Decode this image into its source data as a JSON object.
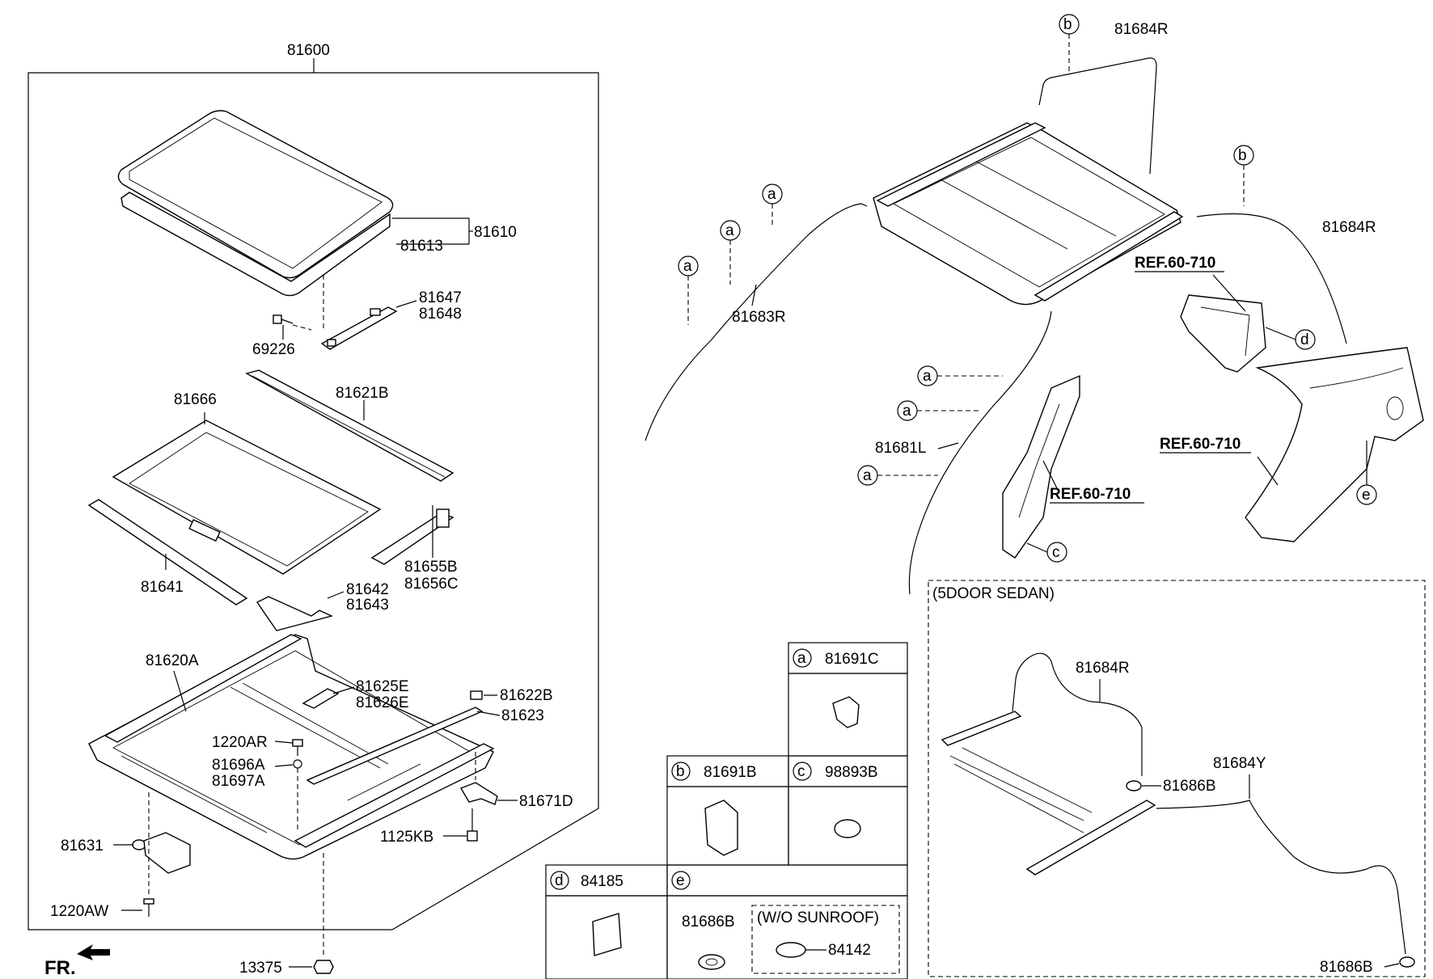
{
  "parts": {
    "p81600": "81600",
    "p81610": "81610",
    "p81613": "81613",
    "p81647": "81647",
    "p81648": "81648",
    "p69226": "69226",
    "p81666": "81666",
    "p81621B": "81621B",
    "p81641": "81641",
    "p81655B": "81655B",
    "p81656C": "81656C",
    "p81642": "81642",
    "p81643": "81643",
    "p81620A": "81620A",
    "p81625E": "81625E",
    "p81626E": "81626E",
    "p81622B": "81622B",
    "p81623": "81623",
    "p1220AR": "1220AR",
    "p81696A": "81696A",
    "p81697A": "81697A",
    "p81671D": "81671D",
    "p81631": "81631",
    "p1125KB": "1125KB",
    "p1220AW": "1220AW",
    "p13375": "13375",
    "p81684R_top": "81684R",
    "p81684R_right": "81684R",
    "p81683R": "81683R",
    "p81681L": "81681L",
    "p81684R_inset": "81684R",
    "p81684Y": "81684Y",
    "p81686B_inset1": "81686B",
    "p81686B_inset2": "81686B"
  },
  "refs": {
    "ref1": "REF.60-710",
    "ref2": "REF.60-710",
    "ref3": "REF.60-710"
  },
  "callouts": {
    "a": "a",
    "b": "b",
    "c": "c",
    "d": "d",
    "e": "e"
  },
  "inset": {
    "title": "(5DOOR SEDAN)"
  },
  "table": {
    "a_part": "81691C",
    "b_part": "81691B",
    "c_part": "98893B",
    "d_part": "84185",
    "e_part": "81686B",
    "wo_sunroof": "(W/O SUNROOF)",
    "wo_part": "84142"
  },
  "fr_label": "FR."
}
